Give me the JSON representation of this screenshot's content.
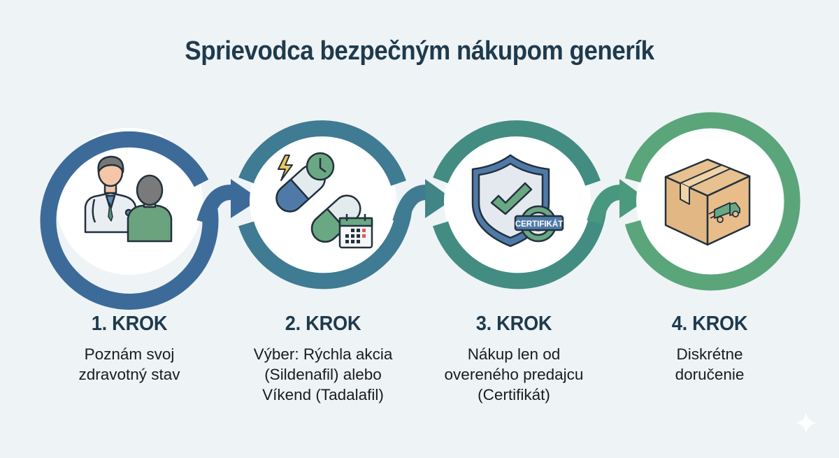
{
  "title": "Sprievodca bezpečným nákupom generík",
  "colors": {
    "background": "#eef3f6",
    "title": "#1f3a4d",
    "ring_1": "#3d6b99",
    "ring_2": "#3f7b92",
    "ring_3": "#438c82",
    "ring_4": "#5aa57a"
  },
  "steps": [
    {
      "label": "1. KROK",
      "description": [
        "Poznám svoj",
        "zdravotný stav"
      ],
      "icon": "doctor-patient-icon"
    },
    {
      "label": "2. KROK",
      "description": [
        "Výber: Rýchla akcia",
        "(Sildenafil) alebo",
        "Víkend (Tadalafil)"
      ],
      "icon": "pills-clock-calendar-icon"
    },
    {
      "label": "3. KROK",
      "description": [
        "Nákup len od",
        "overeného predajcu",
        "(Certifikát)"
      ],
      "icon": "shield-certificate-icon",
      "badge_text": "CERTIFIKÁT"
    },
    {
      "label": "4. KROK",
      "description": [
        "Diskrétne",
        "doručenie"
      ],
      "icon": "package-delivery-icon"
    }
  ]
}
